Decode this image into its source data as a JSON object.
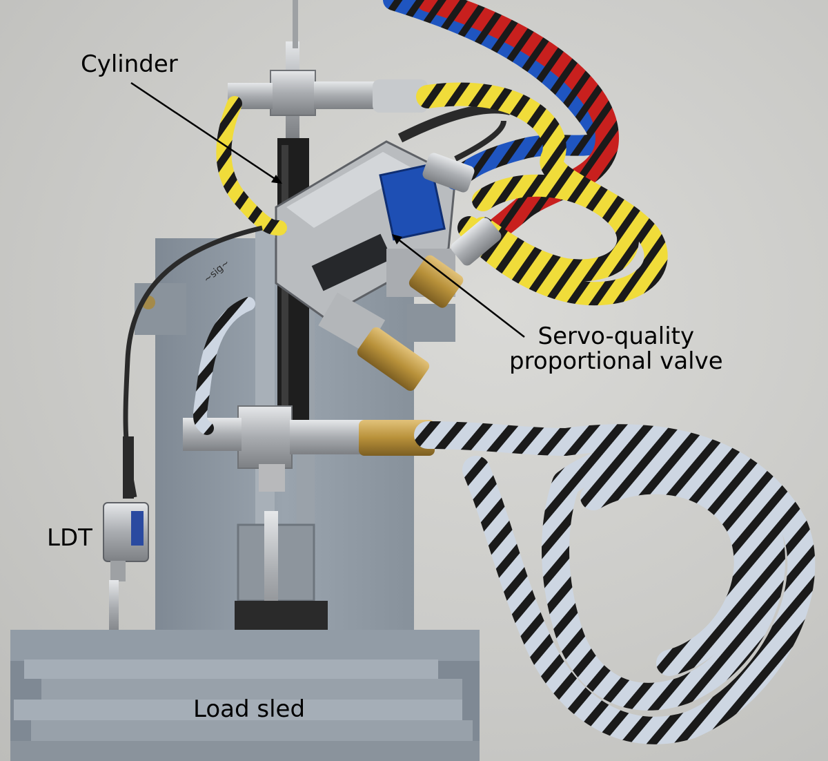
{
  "photo": {
    "description_icon": "hydraulic-test-rig-photo"
  },
  "labels": {
    "cylinder": "Cylinder",
    "valve_line1": "Servo-quality",
    "valve_line2": "proportional valve",
    "ldt": "LDT",
    "load_sled": "Load sled"
  },
  "colors": {
    "background": "#cfcfcd",
    "mount_plate": "#8f9aa6",
    "hose_red": "#c8201e",
    "hose_blue": "#1f55c0",
    "hose_yellow": "#f0dc3a",
    "hose_stripe": "#1a1a1a",
    "hose_white": "#cdd6e2",
    "brass": "#b8913a",
    "steel": "#b9bcbf",
    "label_text": "#000000"
  }
}
